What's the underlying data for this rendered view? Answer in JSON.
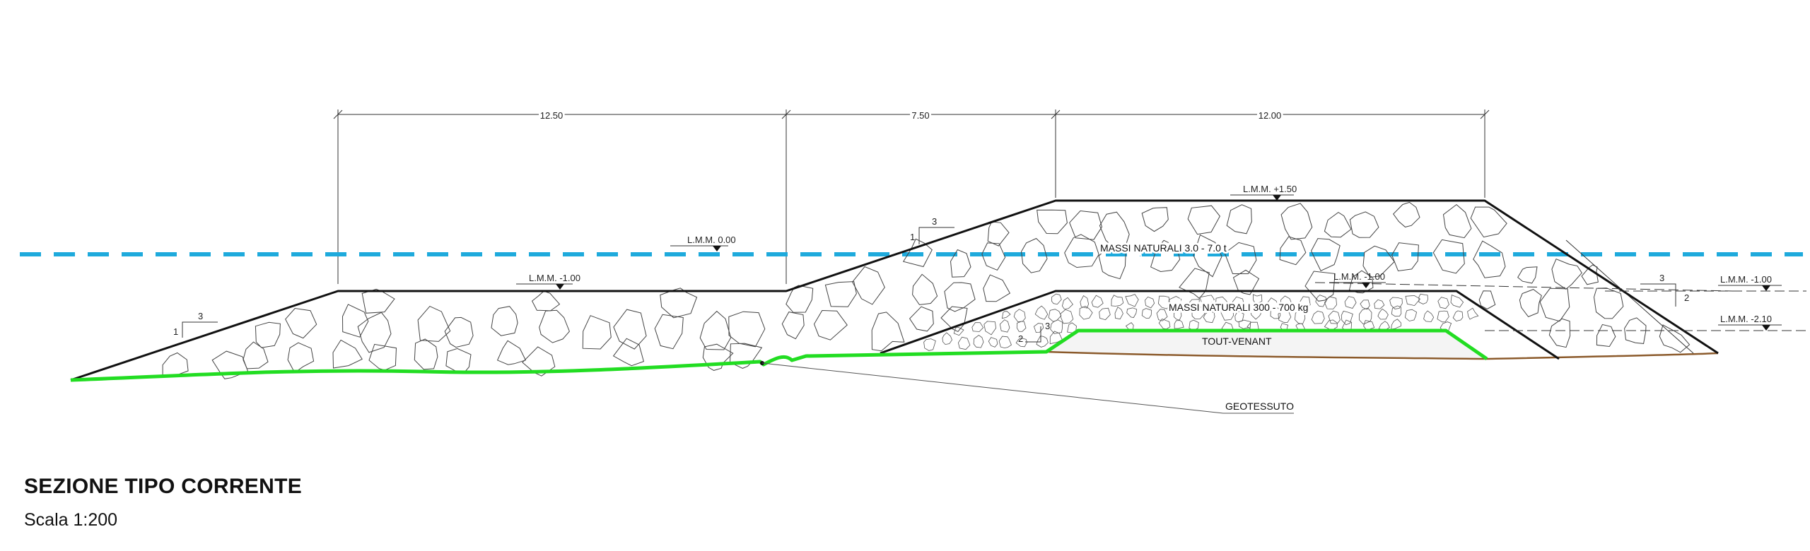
{
  "title": "SEZIONE TIPO CORRENTE",
  "scale": "Scala 1:200",
  "dimensions": [
    "12.50",
    "7.50",
    "12.00"
  ],
  "levels": [
    "L.M.M. +1.50",
    "L.M.M. 0.00",
    "L.M.M. -1.00",
    "L.M.M. -1.00",
    "L.M.M. -1.00",
    "L.M.M. -2.10"
  ],
  "materials": {
    "armour": "MASSI NATURALI 3.0 - 7.0 t",
    "filter": "MASSI NATURALI 300 - 700 kg",
    "core": "TOUT-VENANT",
    "geotextile": "GEOTESSUTO"
  },
  "slopes": {
    "left_run": "3",
    "left_rise": "1",
    "upper_run": "3",
    "upper_rise": "1",
    "inner_run": "3",
    "inner_rise": "2",
    "right_run": "3",
    "right_rise": "2"
  },
  "colors": {
    "water": "#1eaadc",
    "geotextile": "#22dd22",
    "seabed": "#8b5a2b",
    "outline": "#111111"
  }
}
